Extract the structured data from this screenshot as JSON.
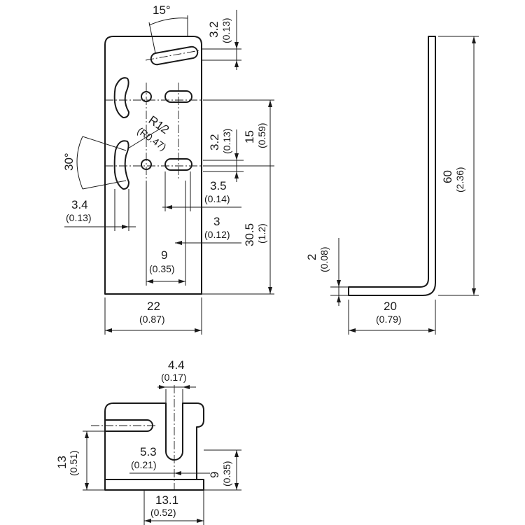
{
  "dims": {
    "angle_slot": {
      "value": "15°"
    },
    "slot_width_top": {
      "value": "3.2",
      "sub": "(0.13)"
    },
    "radius": {
      "value": "R12",
      "sub": "(R0.47)"
    },
    "slot_width_mid": {
      "value": "3.2",
      "sub": "(0.13)"
    },
    "hole_spacing": {
      "value": "15",
      "sub": "(0.59)"
    },
    "angle_arc": {
      "value": "30°"
    },
    "slot_length": {
      "value": "3.5",
      "sub": "(0.14)"
    },
    "arc_slot_width": {
      "value": "3.4",
      "sub": "(0.13)"
    },
    "hole_offset": {
      "value": "3",
      "sub": "(0.12)"
    },
    "hole_height": {
      "value": "30.5",
      "sub": "(1.2)"
    },
    "hole_distance": {
      "value": "9",
      "sub": "(0.35)"
    },
    "width": {
      "value": "22",
      "sub": "(0.87)"
    },
    "height": {
      "value": "60",
      "sub": "(2.36)"
    },
    "thickness": {
      "value": "2",
      "sub": "(0.08)"
    },
    "leg_length": {
      "value": "20",
      "sub": "(0.79)"
    },
    "slot_width_bottom": {
      "value": "4.4",
      "sub": "(0.17)"
    },
    "slot_depth": {
      "value": "5.3",
      "sub": "(0.21)"
    },
    "base_height": {
      "value": "13",
      "sub": "(0.51)"
    },
    "foot_height": {
      "value": "9",
      "sub": "(0.35)"
    },
    "base_width": {
      "value": "13.1",
      "sub": "(0.52)"
    }
  }
}
